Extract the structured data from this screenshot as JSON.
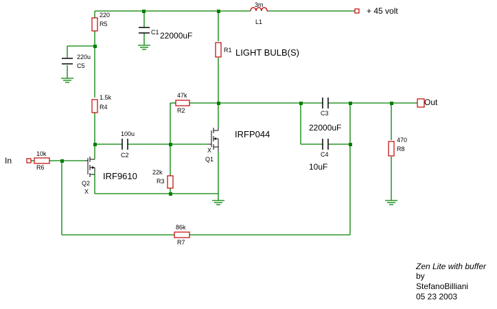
{
  "supply_label": "+ 45 volt",
  "input_label": "In",
  "output_label": "Out",
  "load_label": "LIGHT BULB(S)",
  "components": {
    "L1": {
      "ref": "L1",
      "value": "3m"
    },
    "R1": {
      "ref": "R1",
      "value": ""
    },
    "R2": {
      "ref": "R2",
      "value": "47k"
    },
    "R3": {
      "ref": "R3",
      "value": "22k"
    },
    "R4": {
      "ref": "R4",
      "value": "1.5k"
    },
    "R5": {
      "ref": "R5",
      "value": "220"
    },
    "R6": {
      "ref": "R6",
      "value": "10k"
    },
    "R7": {
      "ref": "R7",
      "value": "86k"
    },
    "R8": {
      "ref": "R8",
      "value": "470"
    },
    "C1": {
      "ref": "C1",
      "value": "22000uF"
    },
    "C2": {
      "ref": "C2",
      "value": "100u"
    },
    "C3": {
      "ref": "C3",
      "value": "22000uF"
    },
    "C4": {
      "ref": "C4",
      "value": "10uF"
    },
    "C5": {
      "ref": "C5",
      "value": "220u"
    },
    "Q1": {
      "ref": "Q1",
      "part": "IRFP044",
      "mark": "X"
    },
    "Q2": {
      "ref": "Q2",
      "part": "IRF9610",
      "mark": "X"
    }
  },
  "credits": {
    "line1": "Zen Lite with buffer",
    "line2": "by",
    "line3": "StefanoBilliani",
    "line4": "05 23 2003"
  }
}
